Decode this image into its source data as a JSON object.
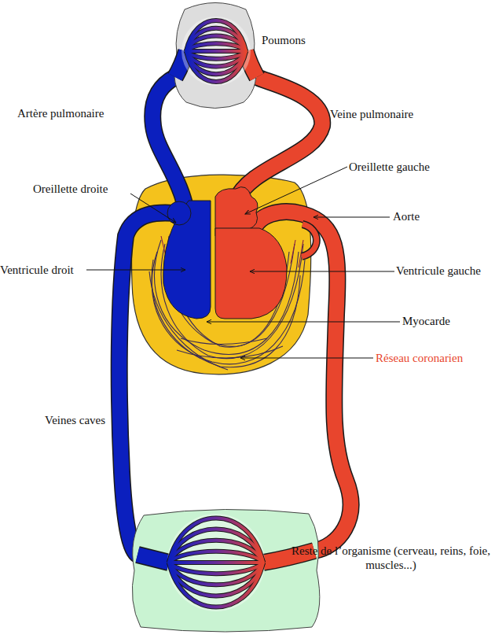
{
  "diagram": {
    "nodes": [
      {
        "text": [
          "Poumons"
        ]
      },
      {
        "text": [
          "Reste de l’organisme (cerveau, reins, foie, muscles...)"
        ]
      }
    ],
    "labels": [
      "Artère pulmonaire",
      "Veine pulmonaire",
      "Oreillette gauche",
      "Oreillette droite",
      "Aorte",
      "Ventricule droit",
      "Ventricule gauche",
      "Myocarde",
      "Réseau coronarien",
      "Veines caves"
    ]
  }
}
